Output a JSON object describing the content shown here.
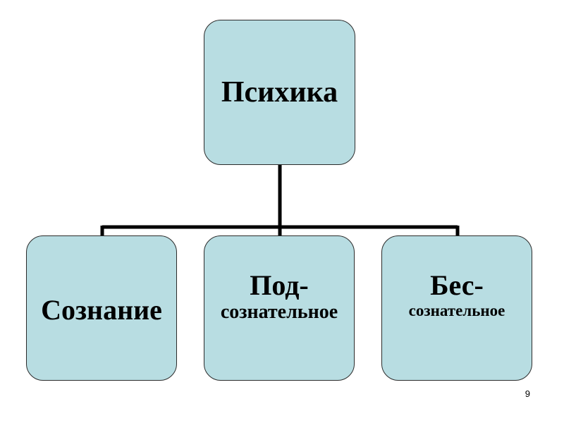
{
  "diagram": {
    "root": {
      "label": "Психика"
    },
    "children": [
      {
        "line1": "Сознание"
      },
      {
        "line1": "Под-",
        "line2": "сознательное"
      },
      {
        "line1": "Бес-",
        "line2": "сознательное"
      }
    ]
  },
  "page_number": "9",
  "colors": {
    "node_fill": "#b8dde2",
    "node_border": "#2b2b2b",
    "connector": "#000000"
  }
}
